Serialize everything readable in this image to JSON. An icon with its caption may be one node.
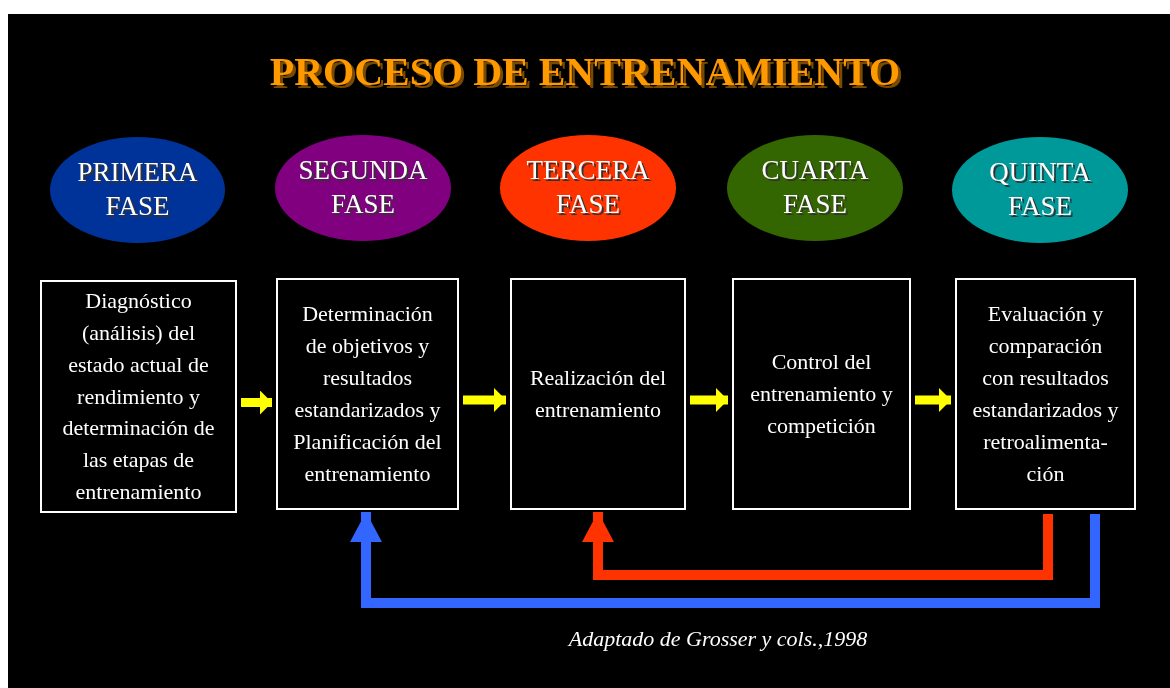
{
  "diagram": {
    "title": "PROCESO DE ENTRENAMIENTO",
    "caption": "Adaptado de Grosser  y cols.,1998",
    "nodes": [
      {
        "text": [
          "PRIMERA FASE"
        ]
      },
      {
        "text": [
          "SEGUNDA FASE"
        ]
      },
      {
        "text": [
          "TERCERA FASE"
        ]
      },
      {
        "text": [
          "CUARTA FASE"
        ]
      },
      {
        "text": [
          "QUINTA FASE"
        ]
      },
      {
        "text": [
          "Diagnóstico (análisis) del estado actual de rendimiento y determinación de las etapas de entrenamiento"
        ]
      },
      {
        "text": [
          "Determinación de objetivos y resultados estandarizados y Planificación del entrenamiento"
        ]
      },
      {
        "text": [
          "Realización del entrenamiento"
        ]
      },
      {
        "text": [
          "Control del entrenamiento y competición"
        ]
      },
      {
        "text": [
          "Evaluación y comparación con resultados estandarizados y retroalimenta- ción"
        ]
      }
    ],
    "edges": [
      {
        "from": 5,
        "to": 6,
        "arrow": "to",
        "color": "#ffff00"
      },
      {
        "from": 6,
        "to": 7,
        "arrow": "to",
        "color": "#ffff00"
      },
      {
        "from": 7,
        "to": 8,
        "arrow": "to",
        "color": "#ffff00"
      },
      {
        "from": 8,
        "to": 9,
        "arrow": "to",
        "color": "#ffff00"
      },
      {
        "from": 9,
        "to": 7,
        "arrow": "to",
        "color": "#ff3300"
      },
      {
        "from": 9,
        "to": 6,
        "arrow": "to",
        "color": "#3366ff"
      }
    ]
  }
}
